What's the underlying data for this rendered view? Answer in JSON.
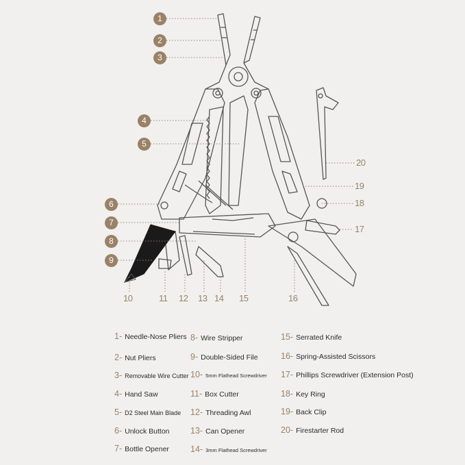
{
  "callouts": [
    "1",
    "2",
    "3",
    "4",
    "5",
    "6",
    "7",
    "8",
    "9",
    "10",
    "11",
    "12",
    "13",
    "14",
    "15",
    "16",
    "17",
    "18",
    "19",
    "20"
  ],
  "legend": [
    {
      "num": "1-",
      "text": "Needle-Nose Pliers"
    },
    {
      "num": "2-",
      "text": "Nut Pliers"
    },
    {
      "num": "3-",
      "text": "Removable Wire Cutter"
    },
    {
      "num": "4-",
      "text": "Hand Saw"
    },
    {
      "num": "5-",
      "text": "D2 Steel Main Blade"
    },
    {
      "num": "6-",
      "text": "Unlock Button"
    },
    {
      "num": "7-",
      "text": "Bottle Opener"
    },
    {
      "num": "8-",
      "text": "Wire Stripper"
    },
    {
      "num": "9-",
      "text": "Double-Sided File"
    },
    {
      "num": "10-",
      "text": "5mm Flathead Screwdriver"
    },
    {
      "num": "11-",
      "text": "Box Cutter"
    },
    {
      "num": "12-",
      "text": "Threading Awl"
    },
    {
      "num": "13-",
      "text": "Can Opener"
    },
    {
      "num": "14-",
      "text": "3mm Flathead Screwdriver"
    },
    {
      "num": "15-",
      "text": "Serrated Knife"
    },
    {
      "num": "16-",
      "text": "Spring-Assisted Scissors"
    },
    {
      "num": "17-",
      "text": "Phillips Screwdriver (Extension Post)"
    },
    {
      "num": "18-",
      "text": "Key Ring"
    },
    {
      "num": "19-",
      "text": "Back Clip"
    },
    {
      "num": "20-",
      "text": "Firestarter Rod"
    }
  ]
}
